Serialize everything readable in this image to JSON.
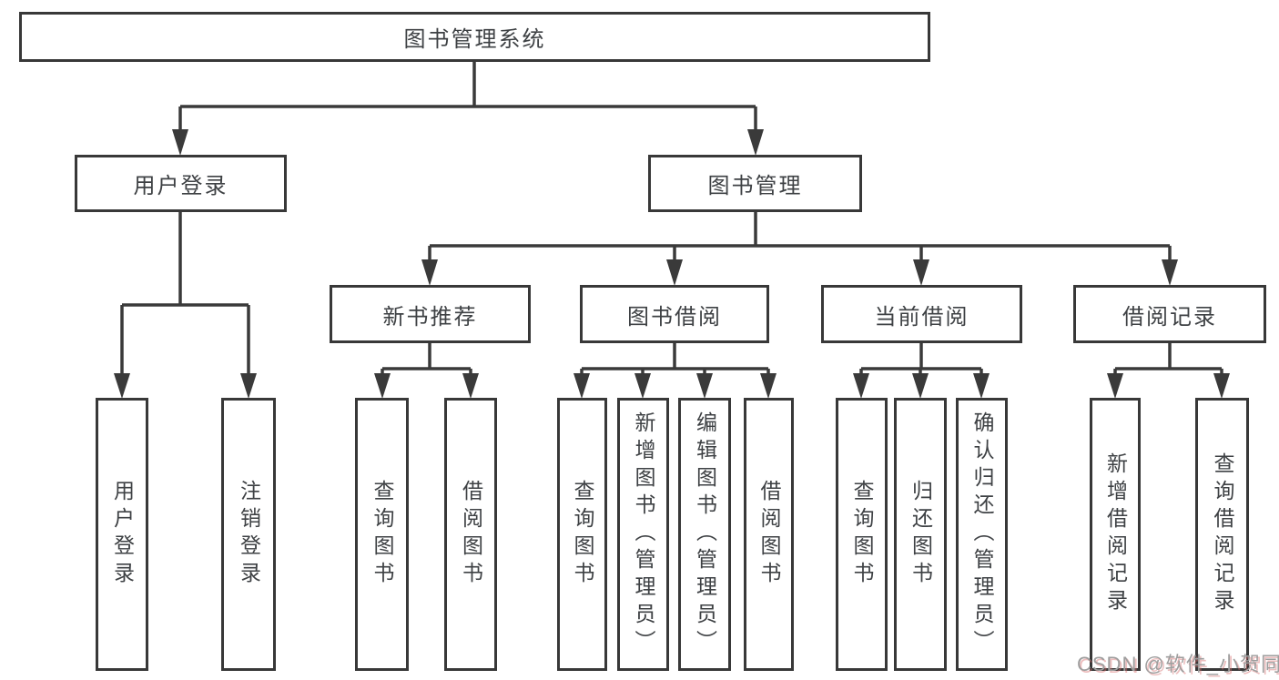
{
  "diagram": {
    "root": {
      "label": "图书管理系统"
    },
    "level1": [
      {
        "label": "用户登录",
        "children": [
          {
            "label": "用户登录"
          },
          {
            "label": "注销登录"
          }
        ]
      },
      {
        "label": "图书管理",
        "children": [
          {
            "label": "新书推荐",
            "children": [
              {
                "label": "查询图书"
              },
              {
                "label": "借阅图书"
              }
            ]
          },
          {
            "label": "图书借阅",
            "children": [
              {
                "label": "查询图书"
              },
              {
                "label": "新增图书（管理员）"
              },
              {
                "label": "编辑图书（管理员）"
              },
              {
                "label": "借阅图书"
              }
            ]
          },
          {
            "label": "当前借阅",
            "children": [
              {
                "label": "查询图书"
              },
              {
                "label": "归还图书"
              },
              {
                "label": "确认归还（管理员）"
              }
            ]
          },
          {
            "label": "借阅记录",
            "children": [
              {
                "label": "新增借阅记录"
              },
              {
                "label": "查询借阅记录"
              }
            ]
          }
        ]
      }
    ],
    "watermark": "CSDN @软件_小贺同学",
    "colors": {
      "line": "#3a3a3a",
      "box_border": "#383838",
      "text": "#3e4144",
      "watermark_text": "#9e9e9e",
      "watermark_shadow": "#d66e6e",
      "background": "#ffffff"
    }
  }
}
